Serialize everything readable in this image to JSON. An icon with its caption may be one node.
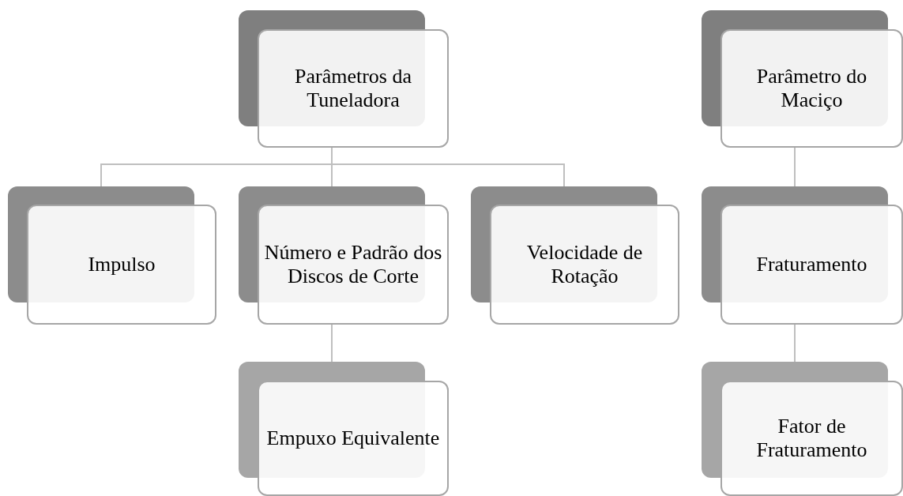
{
  "diagram": {
    "nodes": [
      {
        "text": [
          "Parâmetros da Tuneladora"
        ]
      },
      {
        "text": [
          "Impulso"
        ]
      },
      {
        "text": [
          "Número e Padrão dos Discos de Corte"
        ]
      },
      {
        "text": [
          "Velocidade de Rotação"
        ]
      },
      {
        "text": [
          "Empuxo Equivalente"
        ]
      },
      {
        "text": [
          "Parâmetro do Maciço"
        ]
      },
      {
        "text": [
          "Fraturamento"
        ]
      },
      {
        "text": [
          "Fator de Fraturamento"
        ]
      }
    ],
    "edges": [
      {
        "from": 0,
        "to": 1,
        "arrow": "none"
      },
      {
        "from": 0,
        "to": 2,
        "arrow": "none"
      },
      {
        "from": 0,
        "to": 3,
        "arrow": "none"
      },
      {
        "from": 2,
        "to": 4,
        "arrow": "none"
      },
      {
        "from": 5,
        "to": 6,
        "arrow": "none"
      },
      {
        "from": 6,
        "to": 7,
        "arrow": "none"
      }
    ]
  }
}
